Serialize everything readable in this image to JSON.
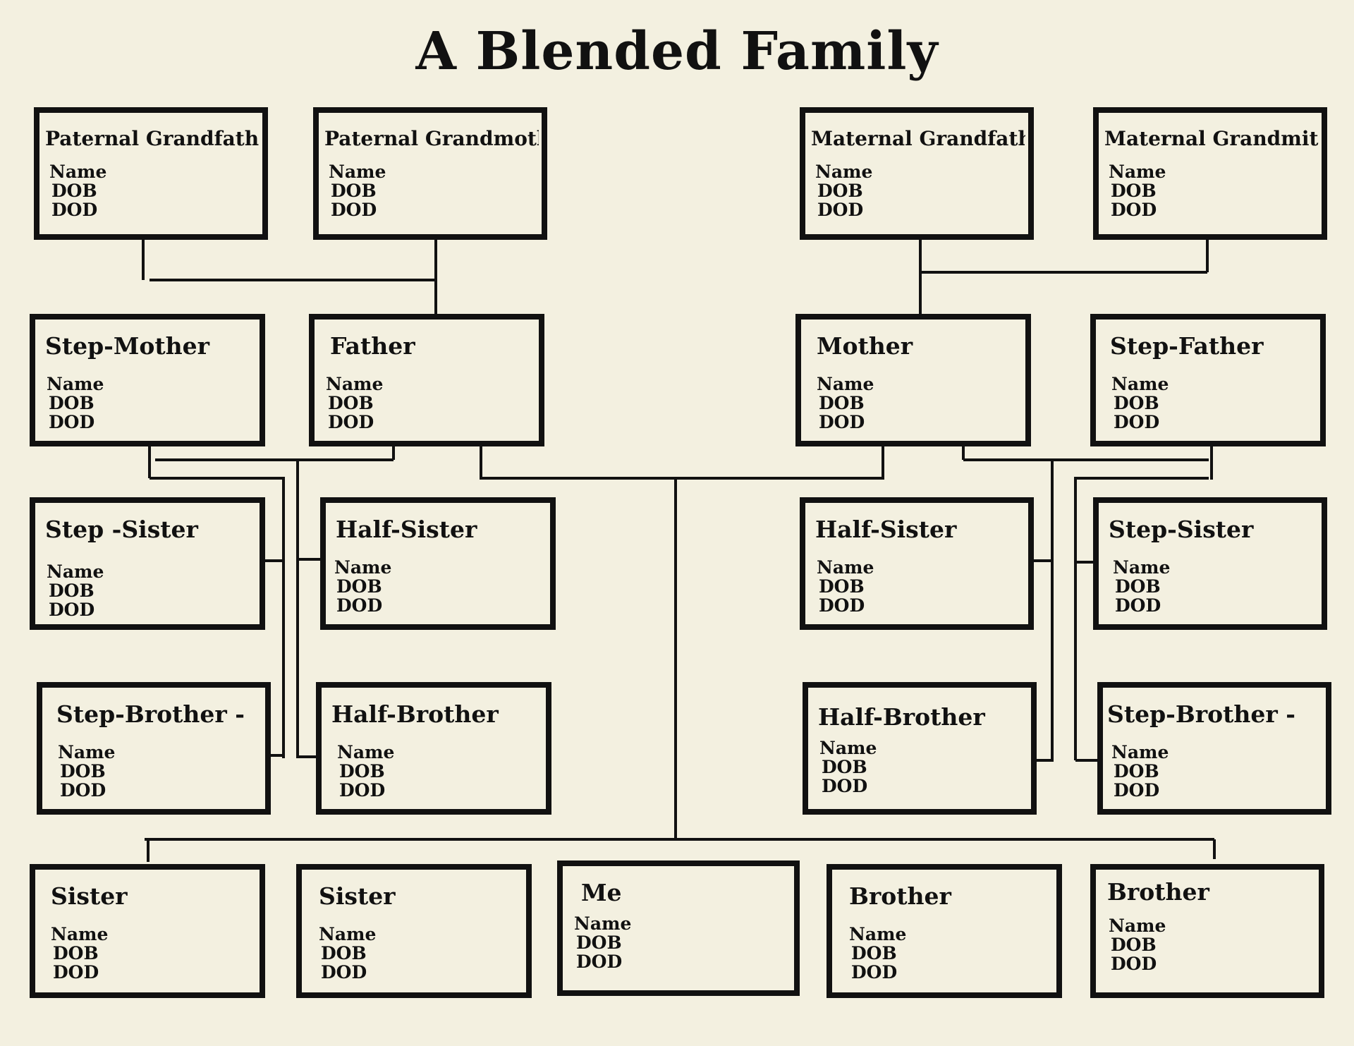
{
  "title": "A Blended Family",
  "field_labels": {
    "name": "Name",
    "dob": "DOB",
    "dod": "DOD"
  },
  "boxes": {
    "paternal_grandfather": "Paternal Grandfather",
    "paternal_grandmother": "Paternal Grandmother",
    "maternal_grandfather": "Maternal Grandfather",
    "maternal_grandmother": "Maternal Grandmither",
    "step_mother": "Step-Mother",
    "father": "Father",
    "mother": "Mother",
    "step_father": "Step-Father",
    "step_sister_left": "Step -Sister",
    "half_sister_left": "Half-Sister",
    "half_sister_right": "Half-Sister",
    "step_sister_right": "Step-Sister",
    "step_brother_left": "Step-Brother -",
    "half_brother_left": "Half-Brother",
    "half_brother_right": "Half-Brother",
    "step_brother_right": "Step-Brother -",
    "sister_1": "Sister",
    "sister_2": "Sister",
    "me": "Me",
    "brother_1": "Brother",
    "brother_2": "Brother"
  }
}
